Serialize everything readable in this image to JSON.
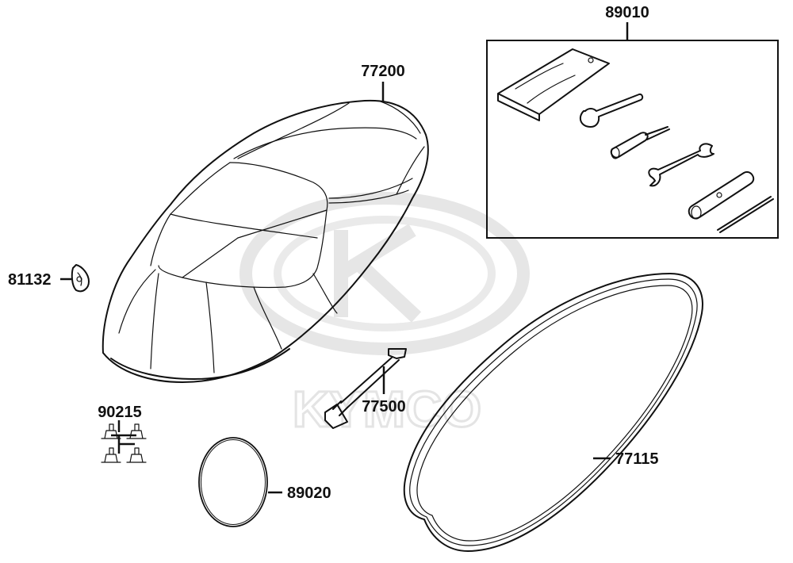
{
  "watermark": {
    "text": "KYMCO",
    "color": "#e4e4e4"
  },
  "callouts": [
    {
      "id": "77200",
      "part": "seat"
    },
    {
      "id": "89010",
      "part": "tool-kit"
    },
    {
      "id": "81132",
      "part": "seat-lock-bracket"
    },
    {
      "id": "90215",
      "part": "nuts"
    },
    {
      "id": "77500",
      "part": "gas-strut"
    },
    {
      "id": "89020",
      "part": "small-ring"
    },
    {
      "id": "77115",
      "part": "seat-seal"
    }
  ]
}
